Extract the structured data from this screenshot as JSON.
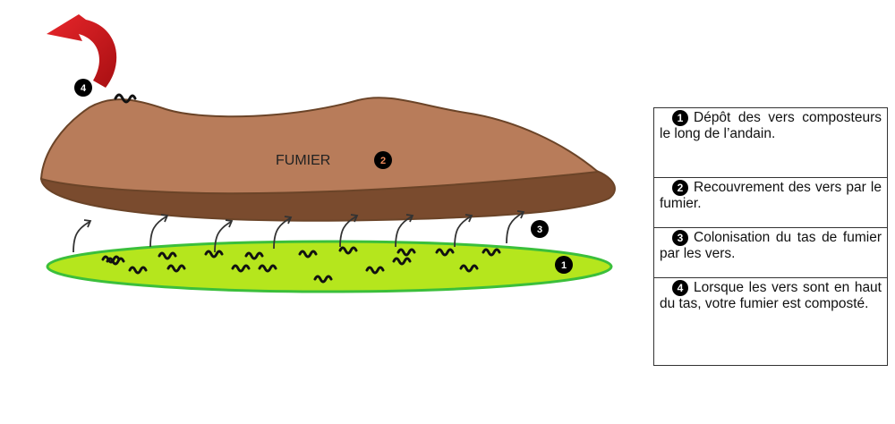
{
  "diagram": {
    "heap_label": "FUMIER",
    "badges": [
      "1",
      "2",
      "3",
      "4"
    ]
  },
  "legend": [
    {
      "number": "1",
      "text": "Dépôt des vers composteurs le long de l’andain."
    },
    {
      "number": "2",
      "text": "Recouvrement des vers par le fumier."
    },
    {
      "number": "3",
      "text": "Colonisation du tas de fumier par les vers."
    },
    {
      "number": "4",
      "text": "Lorsque les vers sont en haut du tas, votre fumier est composté."
    }
  ],
  "colors": {
    "heap_top": "#b87c5a",
    "heap_bottom": "#7a4b2e",
    "heap_outline": "#6b4428",
    "worm_bed": "#b5e61d",
    "worm_bed_outline": "#3bbf3b",
    "arrow_red": "#d6161b",
    "worms": "#111111",
    "badge": "#000000"
  }
}
